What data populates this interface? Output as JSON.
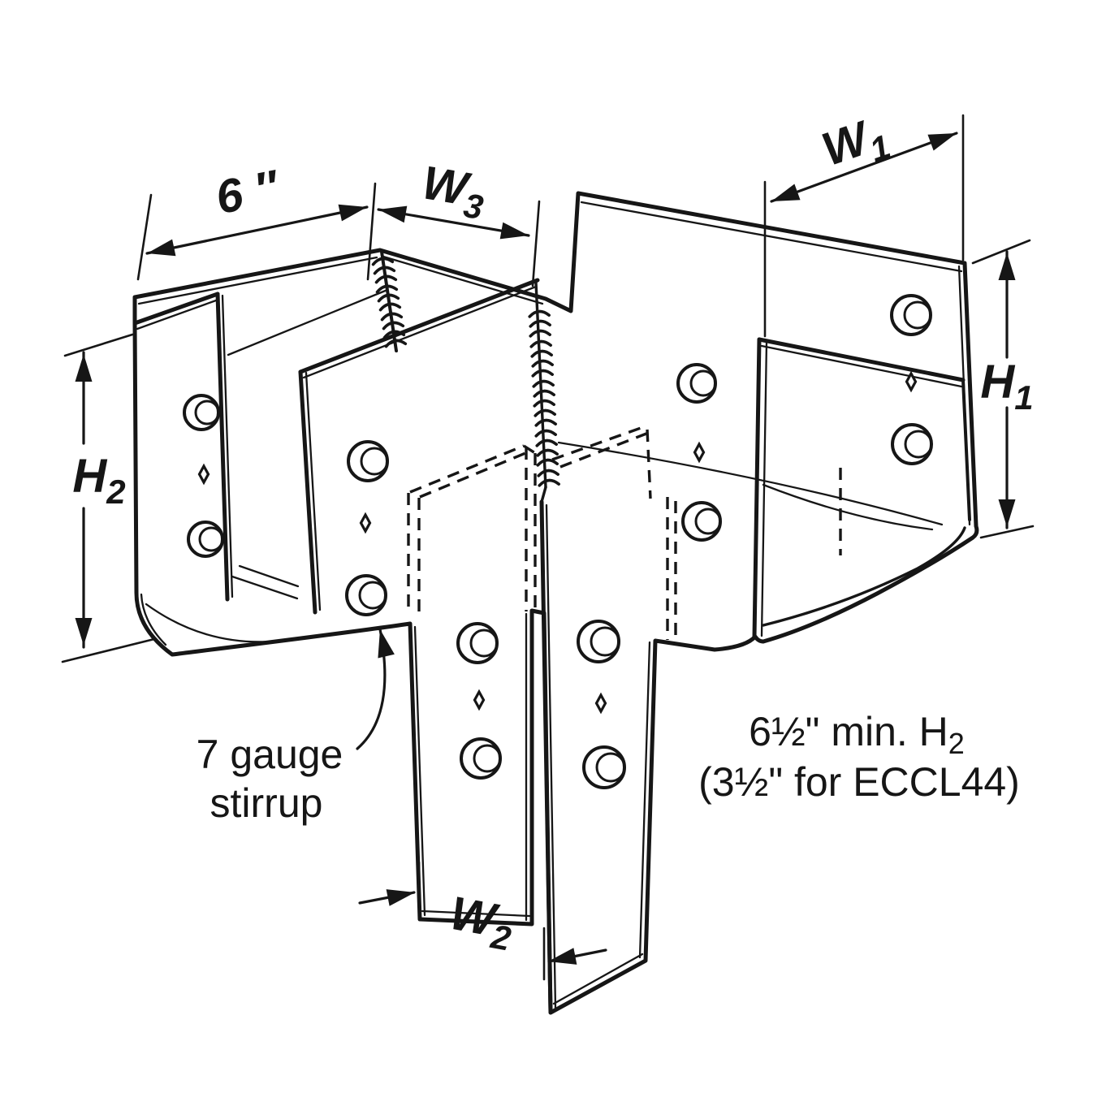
{
  "diagram": {
    "colors": {
      "steel": "#b3b5b7",
      "line": "#161616",
      "background": "#ffffff"
    },
    "dimension_labels": {
      "seat_length": "6 ″",
      "w1_base": "W",
      "w1_sub": "1",
      "w2_base": "W",
      "w2_sub": "2",
      "w3_base": "W",
      "w3_sub": "3",
      "h1_base": "H",
      "h1_sub": "1",
      "h2_base": "H",
      "h2_sub": "2"
    },
    "annotations": {
      "stirrup_line1": "7 gauge",
      "stirrup_line2": "stirrup",
      "min_h_line1_base": "6½\" min. H",
      "min_h_line1_sub": "2",
      "min_h_line2": "(3½\" for ECCL44)"
    }
  }
}
